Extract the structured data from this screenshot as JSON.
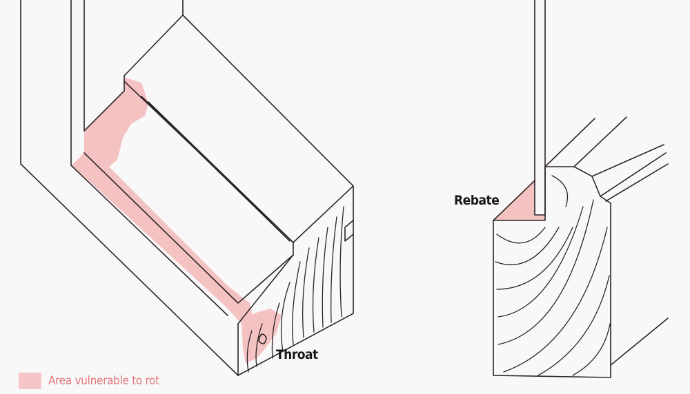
{
  "labels": {
    "rebate": "Rebate",
    "throat": "Throat"
  },
  "legend": {
    "text": "Area vulnerable to rot",
    "color": "#f6c5c6",
    "text_color": "#e4787b"
  }
}
